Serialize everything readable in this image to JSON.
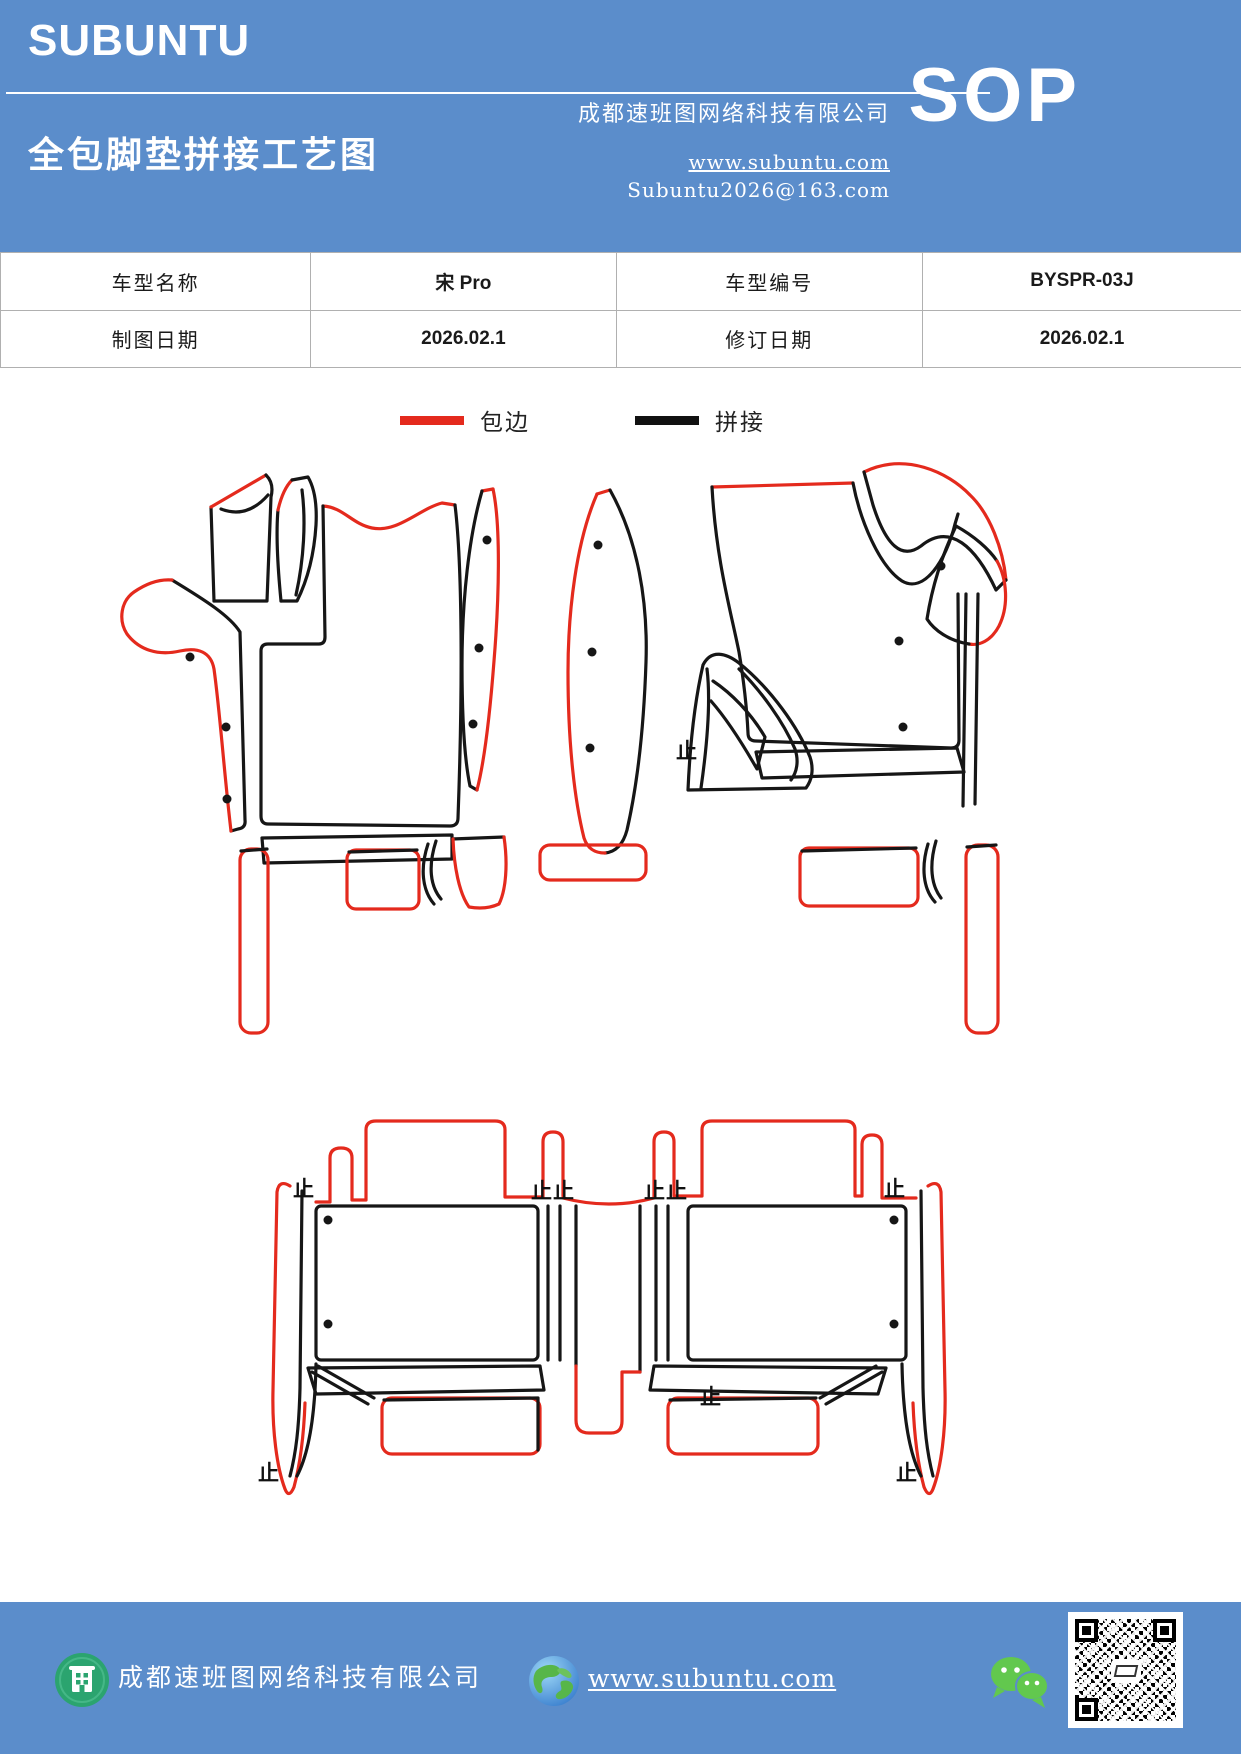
{
  "header": {
    "logo": "SUBUNTU",
    "title": "全包脚垫拼接工艺图",
    "company": "成都速班图网络科技有限公司",
    "website": "www.subuntu.com",
    "email": "Subuntu2026@163.com",
    "badge": "SOP"
  },
  "table": {
    "rows": [
      [
        "车型名称",
        "宋 Pro",
        "车型编号",
        "BYSPR-03J"
      ],
      [
        "制图日期",
        "2026.02.1",
        "修订日期",
        "2026.02.1"
      ]
    ]
  },
  "legend": {
    "items": [
      {
        "label": "包边",
        "color": "#e42a1d"
      },
      {
        "label": "拼接",
        "color": "#111111"
      }
    ]
  },
  "diagram": {
    "stop_mark": "止",
    "edge_color": "#e42a1d",
    "seam_color": "#161616",
    "description": "全包脚垫拼接工艺图：前排左右脚垫与后排脚垫裁片轮廓，红色为包边，黑色为拼接"
  },
  "footer": {
    "company": "成都速班图网络科技有限公司",
    "website": "www.subuntu.com"
  },
  "colors": {
    "header_blue": "#5b8dcb",
    "wechat_green": "#62c84e",
    "building_green": "#2ba46f"
  }
}
